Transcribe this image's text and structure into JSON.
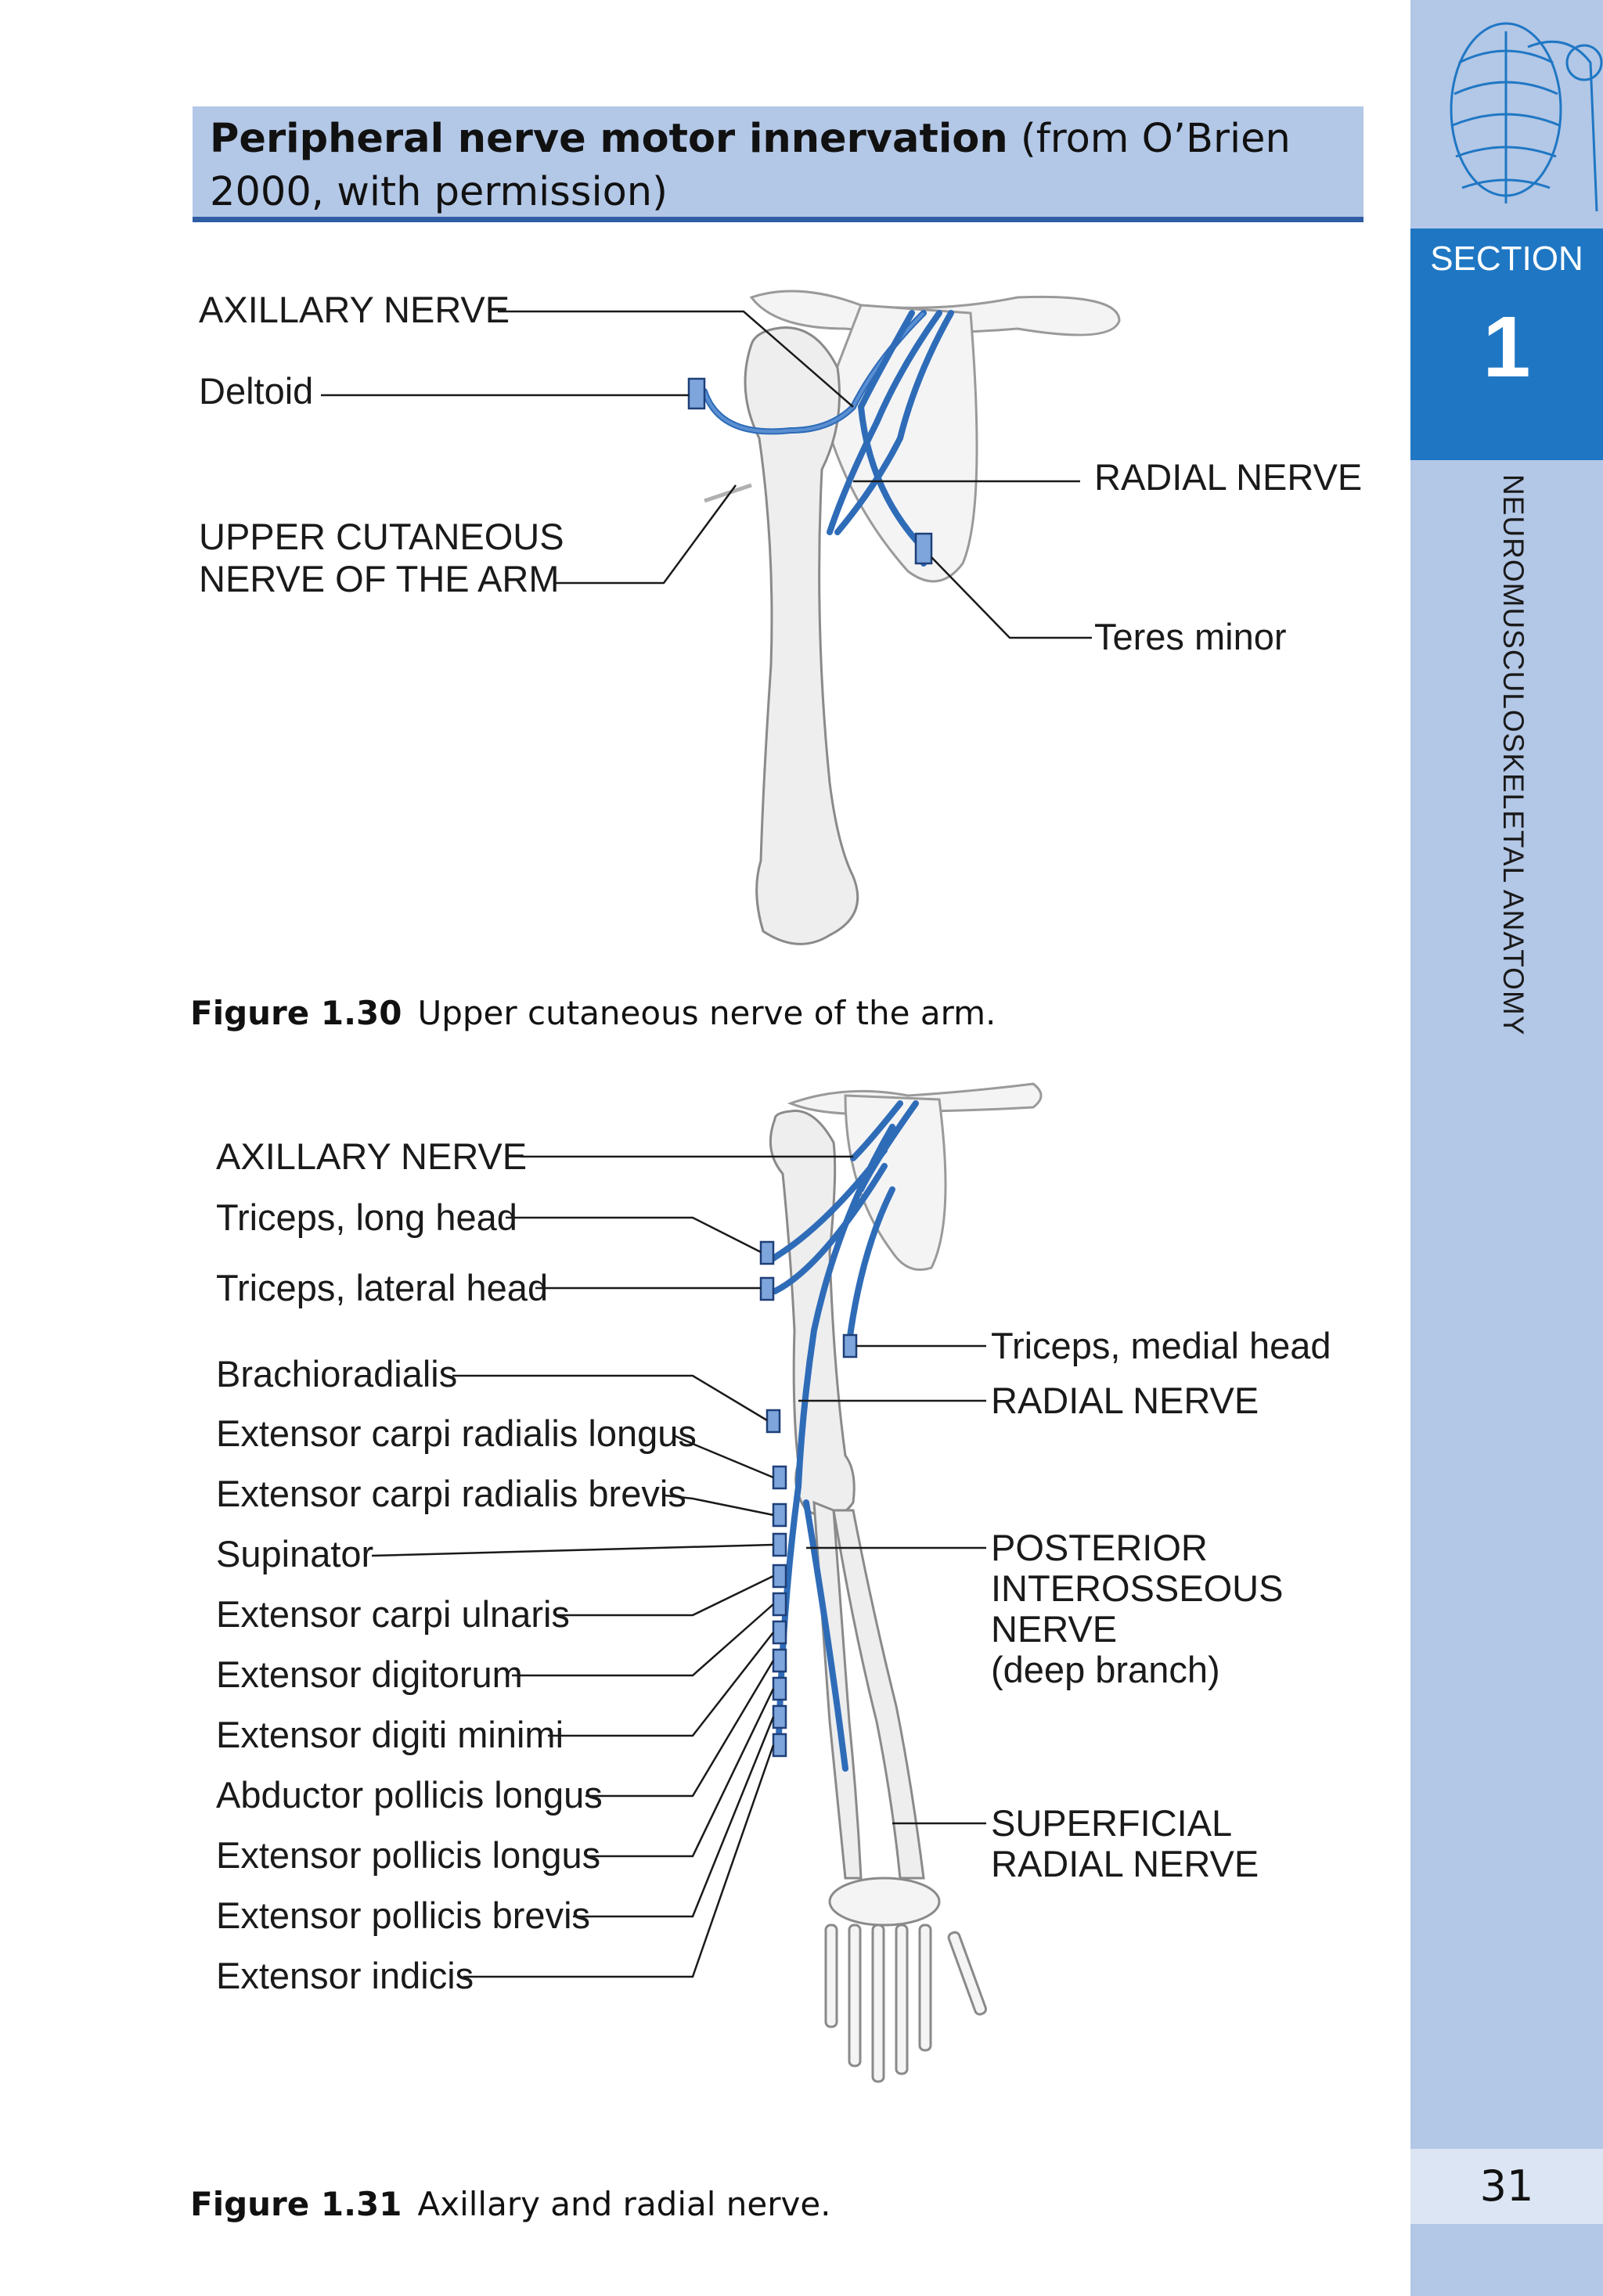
{
  "header": {
    "title_bold": "Peripheral nerve motor innervation",
    "title_rest": " (from O’Brien 2000, with permission)"
  },
  "sidebar": {
    "section_label": "SECTION",
    "section_number": "1",
    "vertical_text": "NEUROMUSCULOSKELETAL ANATOMY",
    "page_number": "31"
  },
  "figure_1_30": {
    "caption_number": "Figure 1.30",
    "caption_text": "Upper cutaneous nerve of the arm.",
    "labels": {
      "axillary_nerve": "AXILLARY NERVE",
      "deltoid": "Deltoid",
      "upper_cutaneous_1": "UPPER CUTANEOUS",
      "upper_cutaneous_2": "NERVE OF THE ARM",
      "radial_nerve": "RADIAL NERVE",
      "teres_minor": "Teres minor"
    }
  },
  "figure_1_31": {
    "caption_number": "Figure 1.31",
    "caption_text": "Axillary and radial nerve.",
    "left_labels": [
      "AXILLARY NERVE",
      "Triceps, long head",
      "Triceps, lateral head",
      "Brachioradialis",
      "Extensor carpi radialis longus",
      "Extensor carpi radialis brevis",
      "Supinator",
      "Extensor carpi ulnaris",
      "Extensor digitorum",
      "Extensor digiti minimi",
      "Abductor pollicis longus",
      "Extensor pollicis longus",
      "Extensor pollicis brevis",
      "Extensor indicis"
    ],
    "right_labels": {
      "triceps_medial": "Triceps, medial head",
      "radial_nerve": "RADIAL NERVE",
      "pin_1": "POSTERIOR",
      "pin_2": "INTEROSSEOUS",
      "pin_3": "NERVE",
      "pin_4": "(deep branch)",
      "srn_1": "SUPERFICIAL",
      "srn_2": "RADIAL NERVE"
    }
  }
}
